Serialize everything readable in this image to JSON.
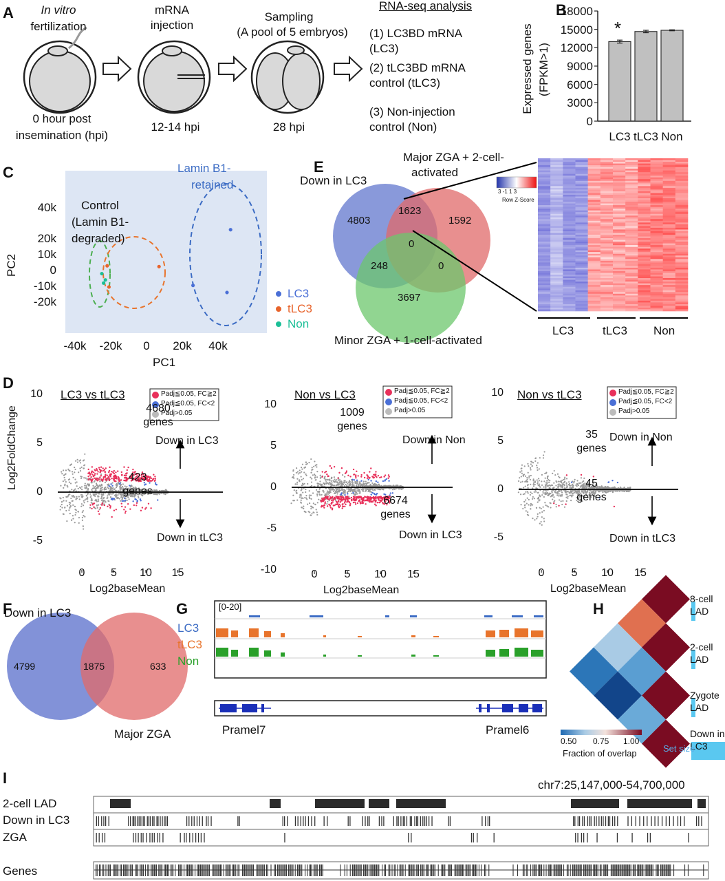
{
  "panel_letters": {
    "a": "A",
    "b": "B",
    "c": "C",
    "d": "D",
    "e": "E",
    "f": "F",
    "g": "G",
    "h": "H",
    "i": "I"
  },
  "panelA": {
    "step1_top_italic": "In vitro",
    "step1_top": "fertilization",
    "step1_bottom_1": "0 hour post",
    "step1_bottom_2": "insemination (hpi)",
    "step2_top_1": "mRNA",
    "step2_top_2": "injection",
    "step2_bottom": "12-14 hpi",
    "step3_top_1": "Sampling",
    "step3_top_2": "(A pool of 5 embryos)",
    "step3_bottom": "28 hpi",
    "analysis_title": "RNA-seq analysis",
    "cond1_1": "(1) LC3BD mRNA",
    "cond1_2": "(LC3)",
    "cond2_1": "(2) tLC3BD mRNA",
    "cond2_2": "control (tLC3)",
    "cond3_1": "(3) Non-injection",
    "cond3_2": "control (Non)"
  },
  "chart_data": [
    {
      "panel": "B",
      "type": "bar",
      "categories": [
        "LC3",
        "tLC3",
        "Non"
      ],
      "values": [
        13000,
        14650,
        14850
      ],
      "errors": [
        250,
        200,
        80
      ],
      "ylabel_1": "Expressed genes",
      "ylabel_2": "(FPKM>1)",
      "ylim": [
        0,
        18000
      ],
      "yticks": [
        "18000",
        "15000",
        "12000",
        "9000",
        "6000",
        "3000",
        "0"
      ],
      "annotation": "*",
      "bar_color": "#c0c0c0"
    },
    {
      "panel": "C",
      "type": "scatter",
      "xlabel": "PC1",
      "ylabel": "PC2",
      "xticks": [
        "-40k",
        "-20k",
        "0",
        "20k",
        "40k"
      ],
      "yticks": [
        "40k",
        "20k",
        "10k",
        "0",
        "-10k",
        "-20k"
      ],
      "series": [
        {
          "name": "LC3",
          "color": "#4a6fd6",
          "points": [
            [
              47,
              26
            ],
            [
              26,
              -9.5
            ],
            [
              45,
              -14
            ]
          ]
        },
        {
          "name": "tLC3",
          "color": "#e8642c",
          "points": [
            [
              -22,
              3
            ],
            [
              7,
              2.5
            ],
            [
              -21,
              -10.5
            ]
          ]
        },
        {
          "name": "Non",
          "color": "#1bbf97",
          "points": [
            [
              -25,
              -2
            ],
            [
              -23,
              -6
            ],
            [
              -24,
              -8
            ]
          ]
        }
      ],
      "annotation_control_1": "Control",
      "annotation_control_2": "(Lamin B1-",
      "annotation_control_3": "degraded)",
      "annotation_retained_1": "Lamin B1-",
      "annotation_retained_2": "retained",
      "background": "#dde6f4"
    },
    {
      "panel": "D1",
      "type": "scatter",
      "title": "LC3 vs tLC3",
      "ylabel": "Log2FoldChange",
      "xlabel": "Log2baseMean",
      "xticks": [
        "0",
        "5",
        "10",
        "15"
      ],
      "yticks": [
        "10",
        "5",
        "0",
        "-5"
      ],
      "up_count": "4680",
      "up_unit": "genes",
      "up_label": "Down in LC3",
      "down_count": "423",
      "down_unit": "genes",
      "down_label": "Down in tLC3",
      "legend": [
        "Padj≦0.05, FC≧2",
        "Padj≦0.05, FC<2",
        "Padj>0.05"
      ]
    },
    {
      "panel": "D2",
      "type": "scatter",
      "title": "Non vs LC3",
      "xlabel": "Log2baseMean",
      "xticks": [
        "0",
        "5",
        "10",
        "15"
      ],
      "yticks": [
        "10",
        "5",
        "0",
        "-5",
        "-10"
      ],
      "up_count": "1009",
      "up_unit": "genes",
      "up_label": "Down in Non",
      "down_count": "6674",
      "down_unit": "genes",
      "down_label": "Down in LC3",
      "legend": [
        "Padj≦0.05, FC≧2",
        "Padj≦0.05, FC<2",
        "Padj>0.05"
      ]
    },
    {
      "panel": "D3",
      "type": "scatter",
      "title": "Non vs tLC3",
      "xlabel": "Log2baseMean",
      "xticks": [
        "0",
        "5",
        "10",
        "15"
      ],
      "yticks": [
        "10",
        "5",
        "0",
        "-5"
      ],
      "up_count": "35",
      "up_unit": "genes",
      "up_label": "Down in Non",
      "down_count": "45",
      "down_unit": "genes",
      "down_label": "Down in tLC3",
      "legend": [
        "Padj≦0.05, FC≧2",
        "Padj≦0.05, FC<2",
        "Padj>0.05"
      ]
    },
    {
      "panel": "H",
      "type": "heatmap",
      "sets": [
        "8-cell LAD",
        "2-cell LAD",
        "Zygote LAD",
        "Down in LC3"
      ],
      "set_labels": [
        [
          "8-cell",
          "LAD"
        ],
        [
          "2-cell",
          "LAD"
        ],
        [
          "Zygote",
          "LAD"
        ],
        [
          "Down in",
          "LC3"
        ]
      ],
      "set_sizes": [
        0.25,
        0.25,
        0.04,
        0.9
      ],
      "overlap": [
        [
          1.0,
          0.88,
          0.62,
          0.55
        ],
        [
          0.88,
          1.0,
          0.6,
          0.58
        ],
        [
          0.62,
          0.6,
          1.0,
          0.72
        ],
        [
          0.55,
          0.58,
          0.72,
          1.0
        ]
      ],
      "colorbar_ticks": [
        "0.50",
        "0.75",
        "1.00"
      ],
      "colorbar_label": "Fraction of overlap",
      "set_size_label": "Set size"
    }
  ],
  "panelE": {
    "label_down": "Down in LC3",
    "label_major_1": "Major ZGA + 2-cell-",
    "label_major_2": "activated",
    "label_minor": "Minor ZGA + 1-cell-activated",
    "n_down_only": "4803",
    "n_down_major": "1623",
    "n_major_only": "1592",
    "n_center": "0",
    "n_down_minor": "248",
    "n_major_minor": "0",
    "n_minor_only": "3697",
    "colorkey_ticks": "3  -1   1   3",
    "colorkey_label": "Row Z-Score",
    "heat_groups": [
      "LC3",
      "tLC3",
      "Non"
    ]
  },
  "panelF": {
    "label_down": "Down in LC3",
    "label_major": "Major ZGA",
    "n_left": "4799",
    "n_mid": "1875",
    "n_right": "633"
  },
  "panelG": {
    "range": "[0-20]",
    "tracks": [
      "LC3",
      "tLC3",
      "Non"
    ],
    "track_colors": [
      "#3c6cc4",
      "#e8742c",
      "#2aa02a"
    ],
    "gene_left": "Pramel7",
    "gene_right": "Pramel6"
  },
  "panelI": {
    "locus": "chr7:25,147,000-54,700,000",
    "tracks": [
      "2-cell LAD",
      "Down in LC3",
      "ZGA",
      "Genes"
    ]
  }
}
